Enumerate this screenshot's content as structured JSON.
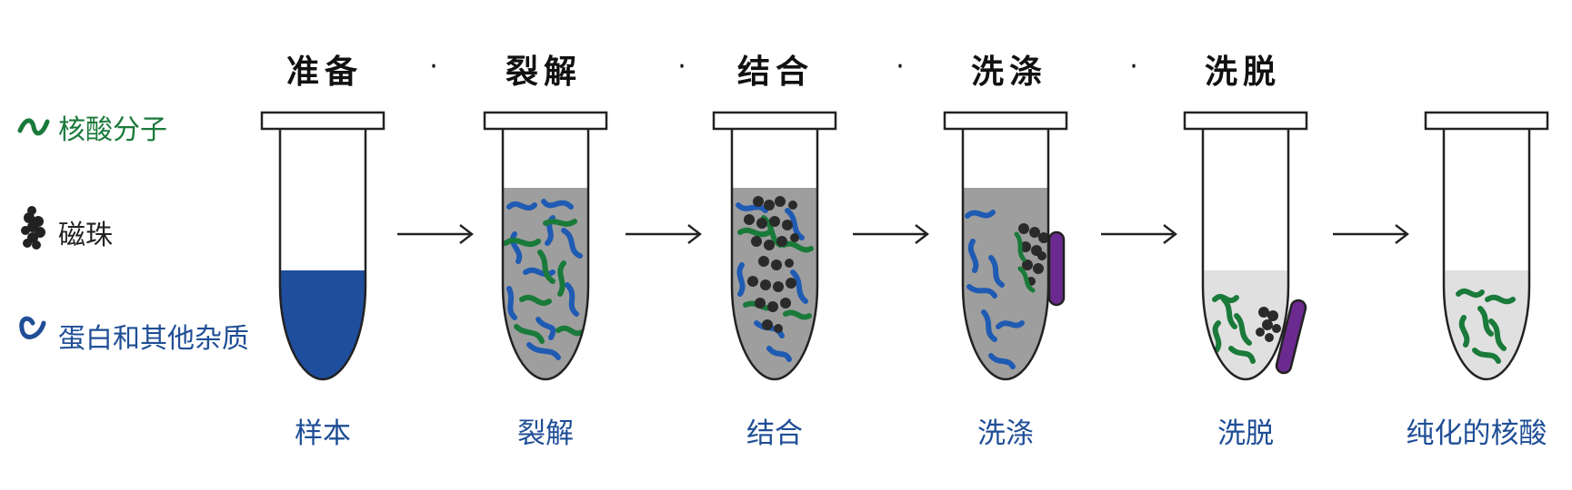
{
  "steps": [
    "准备",
    "裂解",
    "结合",
    "洗涤",
    "洗脱"
  ],
  "separator": "·",
  "legend": [
    {
      "label": "核酸分子",
      "icon": "green-strand-icon",
      "color": "#1a7a3a"
    },
    {
      "label": "磁珠",
      "icon": "bead-cluster-icon",
      "color": "#222222"
    },
    {
      "label": "蛋白和其他杂质",
      "icon": "blue-strand-icon",
      "color": "#1f4e96"
    }
  ],
  "tubes": [
    {
      "label": "样本",
      "content": "blue liquid sample"
    },
    {
      "label": "裂解",
      "content": "gray lysate with nucleic acids and proteins"
    },
    {
      "label": "结合",
      "content": "magnetic beads bound to nucleic acids"
    },
    {
      "label": "洗涤",
      "content": "beads held by magnet, impurities remain"
    },
    {
      "label": "洗脱",
      "content": "nucleic acids eluted from beads"
    },
    {
      "label": "纯化的核酸",
      "content": "purified nucleic acids"
    }
  ],
  "colors": {
    "nucleic": "#1a7a3a",
    "protein": "#1f5bb3",
    "bead": "#2a2a2a",
    "magnet": "#6b2a8f",
    "lysate": "#9e9e9e",
    "sample": "#1f4e9e",
    "eluate": "#e0e0e0",
    "label_blue": "#1f4e96"
  }
}
